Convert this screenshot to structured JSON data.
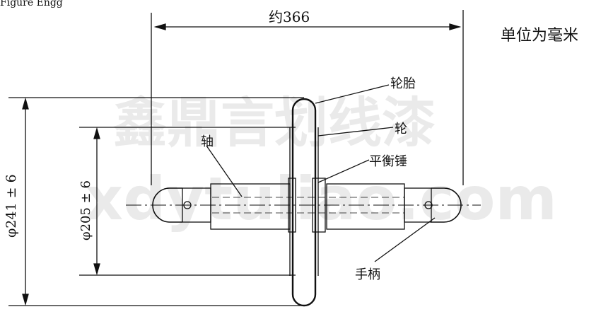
{
  "header_fragment": "Figure Engg",
  "unit_note": "单位为毫米",
  "dimensions": {
    "overall_length": "约366",
    "outer_diameter": "φ241 ± 6",
    "inner_diameter": "φ205 ± 6"
  },
  "labels": {
    "tire": "轮胎",
    "wheel": "轮",
    "axle": "轴",
    "counterweight": "平衡锤",
    "handle": "手柄"
  },
  "watermark": {
    "line1": "鑫鼎言划线漆",
    "line2": "xdytuliao.com"
  }
}
